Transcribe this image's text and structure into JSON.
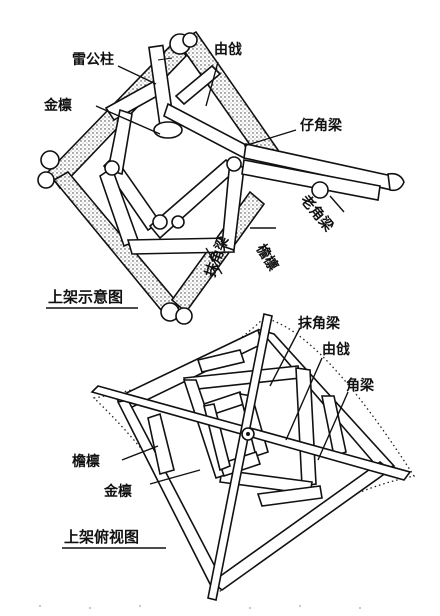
{
  "top": {
    "caption": "上架示意图",
    "labels": {
      "leigongzhu": "雷公柱",
      "jinlin": "金檩",
      "youge": "由戗",
      "zijiaoliang": "仔角梁",
      "laojiaoliang": "老角梁",
      "yanlin": "檐檩",
      "mojiaoliang": "抹角梁"
    }
  },
  "bottom": {
    "caption": "上架俯视图",
    "labels": {
      "mojiaoliang": "抹角梁",
      "youge": "由戗",
      "jiaoliang": "角梁",
      "yanlin": "檐檩",
      "jinlin": "金檩"
    }
  }
}
